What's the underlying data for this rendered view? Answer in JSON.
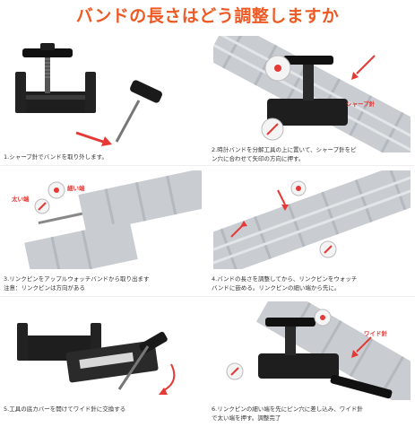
{
  "title": "バンドの長さはどう調整しますか",
  "steps": [
    {
      "caption": [
        "1.シャープ針でバンドを取り外します。"
      ]
    },
    {
      "caption": [
        "2.時計バンドを分解工具の上に置いて、シャープ針をピ",
        "ン穴に合わせて矢印の方向に押す。"
      ],
      "label": "シャープ針"
    },
    {
      "caption": [
        "3.リンクピンをアップルウォッチバンドから取り出ます",
        "注意：リンクピンは方向がある"
      ],
      "labels": [
        "細い端",
        "太い端"
      ]
    },
    {
      "caption": [
        "4.バンドの長さを調整してから、リンクピンをウォッチ",
        "バンドに嵌める。リンクピンの細い端から先に。"
      ]
    },
    {
      "caption": [
        "5.工具の底カバーを開けてワイド針に交換する"
      ]
    },
    {
      "caption": [
        "6.リンクピンの細い端を先にピン穴に差し込み、ワイド針",
        "で太い端を押す。調整完了"
      ],
      "label": "ワイド針"
    }
  ],
  "colors": {
    "title": "#ee5a24",
    "accent": "#e53935",
    "steel": "#c9cdd1",
    "tool": "#1e1e1e"
  }
}
